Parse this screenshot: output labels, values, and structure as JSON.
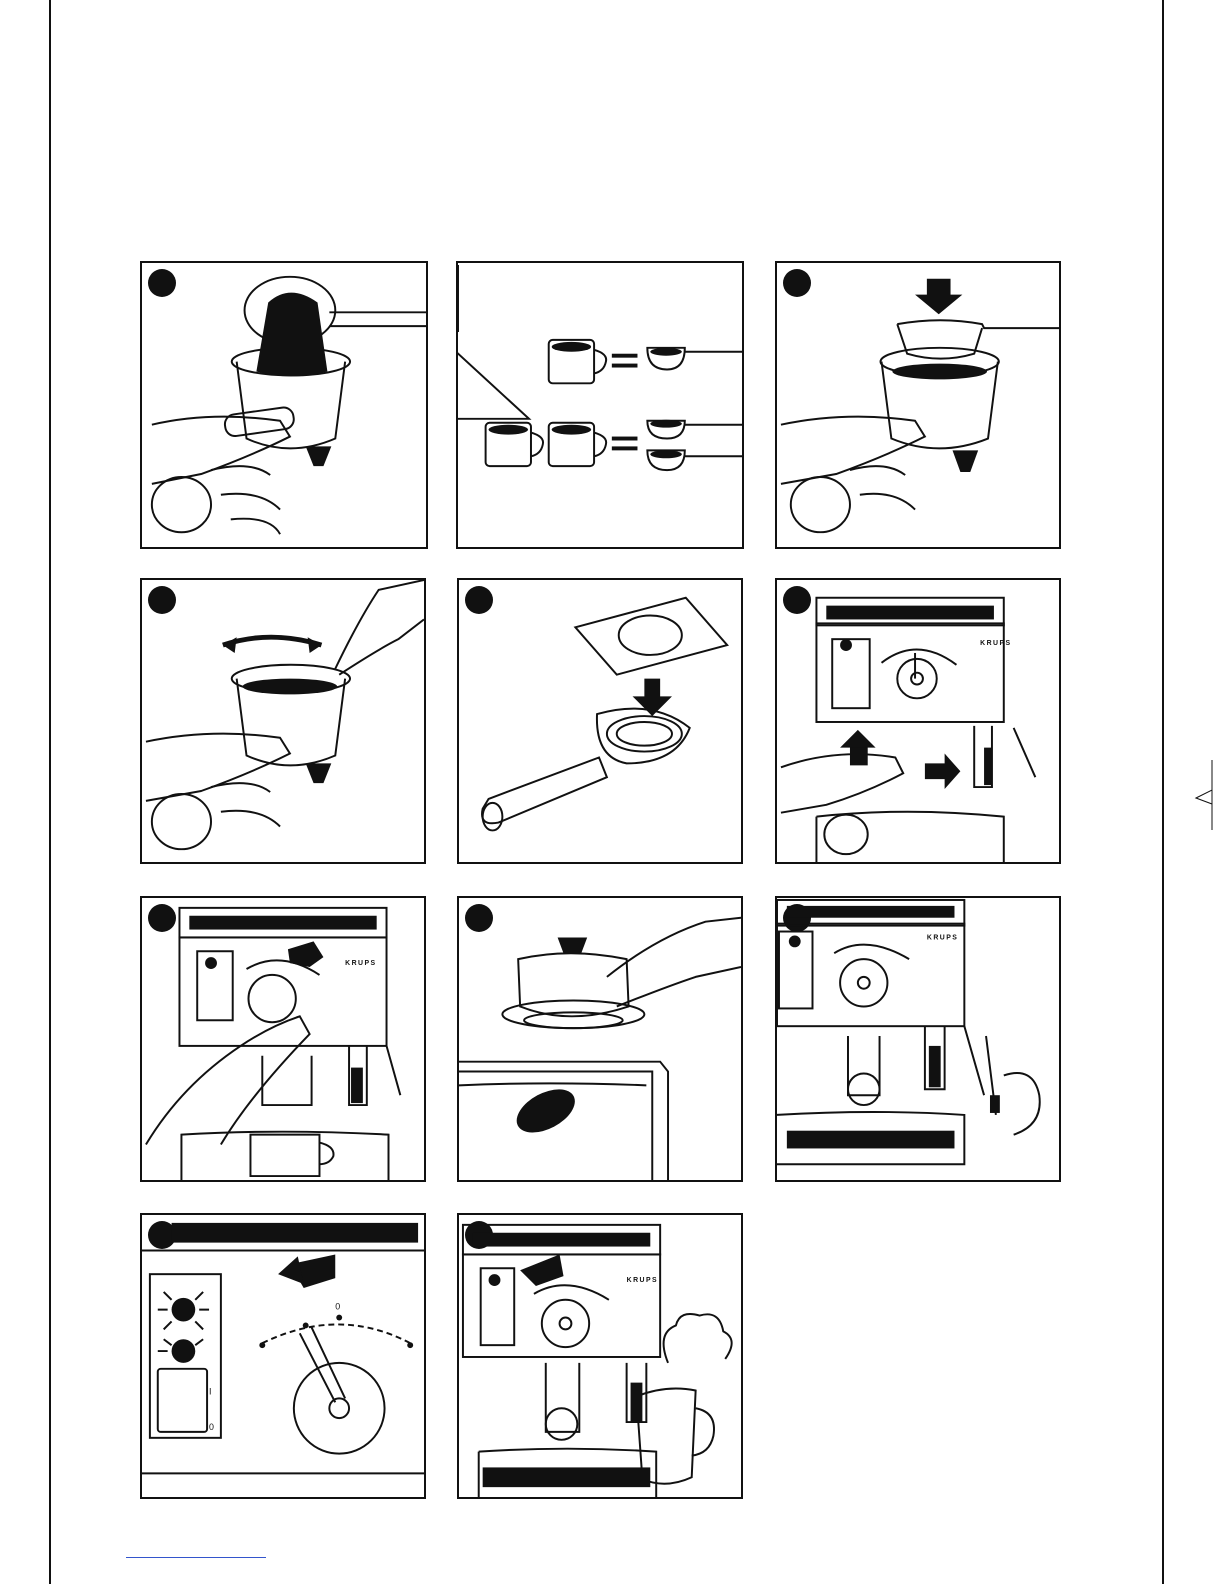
{
  "page": {
    "brand_label": "KRUPS",
    "switch_on_label": "I",
    "switch_off_label": "0",
    "dial_center_label": "0"
  },
  "panels": [
    {
      "id": 1,
      "scene": "fill-filter-with-coffee"
    },
    {
      "id": 2,
      "scene": "dosage-cups-equal-spoons"
    },
    {
      "id": 3,
      "scene": "press-coffee-with-measuring-spoon"
    },
    {
      "id": 4,
      "scene": "wipe-rim-of-filter-holder"
    },
    {
      "id": 5,
      "scene": "insert-pod-into-filter-holder"
    },
    {
      "id": 6,
      "scene": "lock-filter-holder-into-machine"
    },
    {
      "id": 7,
      "scene": "turn-knob-to-brew-espresso"
    },
    {
      "id": 8,
      "scene": "knock-out-used-coffee"
    },
    {
      "id": 9,
      "scene": "prepare-steam-nozzle"
    },
    {
      "id": 10,
      "scene": "turn-knob-to-steam-position"
    },
    {
      "id": 11,
      "scene": "froth-milk-in-jug"
    }
  ],
  "colors": {
    "ink": "#111111",
    "paper": "#ffffff",
    "footer_line": "#3355cc"
  }
}
